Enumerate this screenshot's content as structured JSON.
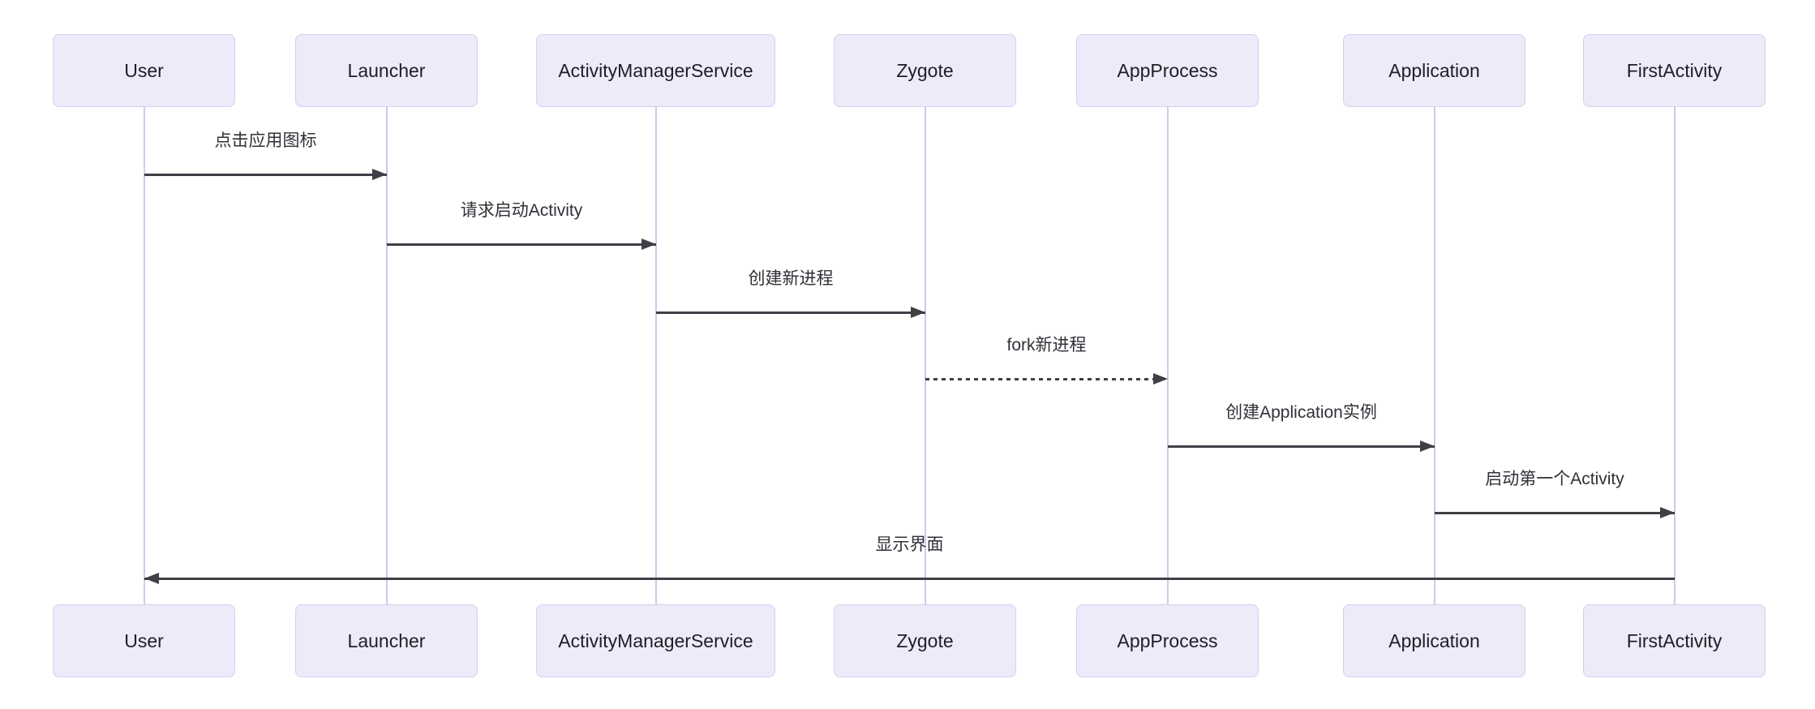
{
  "diagram": {
    "type": "sequence-diagram",
    "background": "#FFFFFF",
    "participants": [
      {
        "id": "user",
        "label": "User"
      },
      {
        "id": "launcher",
        "label": "Launcher"
      },
      {
        "id": "ams",
        "label": "ActivityManagerService"
      },
      {
        "id": "zygote",
        "label": "Zygote"
      },
      {
        "id": "appprocess",
        "label": "AppProcess"
      },
      {
        "id": "application",
        "label": "Application"
      },
      {
        "id": "firstactivity",
        "label": "FirstActivity"
      }
    ],
    "messages": [
      {
        "from": "User",
        "to": "Launcher",
        "label": "点击应用图标",
        "line": "solid",
        "arrow": "right"
      },
      {
        "from": "Launcher",
        "to": "ActivityManagerService",
        "label": "请求启动Activity",
        "line": "solid",
        "arrow": "right"
      },
      {
        "from": "ActivityManagerService",
        "to": "Zygote",
        "label": "创建新进程",
        "line": "solid",
        "arrow": "right"
      },
      {
        "from": "Zygote",
        "to": "AppProcess",
        "label": "fork新进程",
        "line": "dashed",
        "arrow": "right"
      },
      {
        "from": "AppProcess",
        "to": "Application",
        "label": "创建Application实例",
        "line": "solid",
        "arrow": "right"
      },
      {
        "from": "Application",
        "to": "FirstActivity",
        "label": "启动第一个Activity",
        "line": "solid",
        "arrow": "right"
      },
      {
        "from": "FirstActivity",
        "to": "User",
        "label": "显示界面",
        "line": "solid",
        "arrow": "left"
      }
    ],
    "colors": {
      "actor_fill": "#ECEBFA",
      "actor_border": "#D3CFEC",
      "lifeline": "#CFC9F0",
      "message_line": "#3F3F46",
      "actor_text": "#1E1E24",
      "message_text": "#303038",
      "background": "#FFFFFF"
    }
  }
}
